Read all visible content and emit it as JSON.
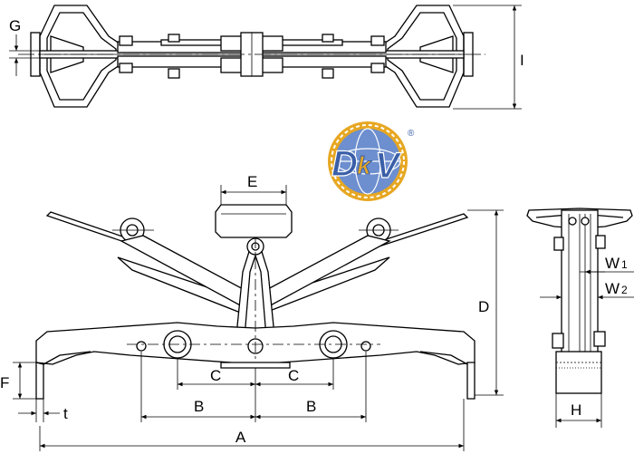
{
  "logo": {
    "text_d": "D",
    "text_k": "k",
    "text_v": "V",
    "registered": "®",
    "color_blue": "#3a5fa8",
    "color_gold": "#e7a722"
  },
  "dimensions": {
    "A": "A",
    "B": "B",
    "C": "C",
    "D": "D",
    "E": "E",
    "F": "F",
    "G": "G",
    "H": "H",
    "I": "I",
    "t": "t",
    "W1": "W",
    "W1_sub": "1",
    "W2": "W",
    "W2_sub": "2"
  }
}
